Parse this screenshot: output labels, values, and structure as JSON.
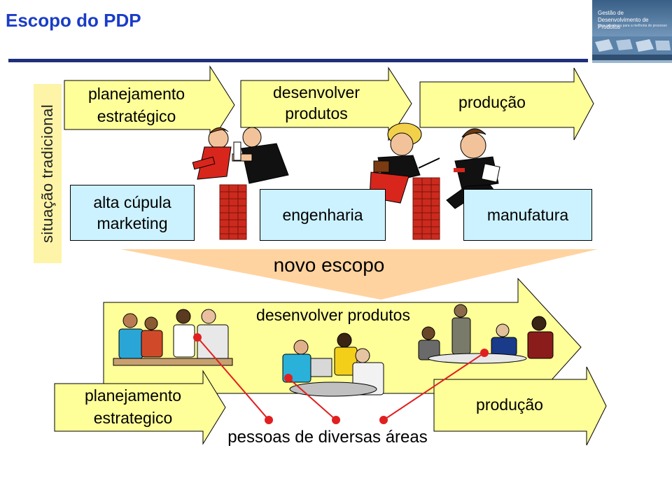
{
  "title": "Escopo do PDP",
  "logo": {
    "line1": "Gestão de",
    "line2": "Desenvolvimento de Produtos",
    "line3": "Uma referência para a melhoria do processo"
  },
  "traditional": {
    "side_label": "situação tradicional",
    "arrows": [
      {
        "line1": "planejamento",
        "line2": "estratégico"
      },
      {
        "line1": "desenvolver",
        "line2": "produtos"
      },
      {
        "line1": "produção",
        "line2": ""
      }
    ],
    "boxes": [
      {
        "line1": "alta cúpula",
        "line2": "marketing"
      },
      {
        "line1": "engenharia",
        "line2": ""
      },
      {
        "line1": "manufatura",
        "line2": ""
      }
    ]
  },
  "transition_label": "novo escopo",
  "new_scope": {
    "main_arrow": "desenvolver produtos",
    "left_arrow": {
      "line1": "planejamento",
      "line2": "estrategico"
    },
    "right_arrow": "produção",
    "people_label": "pessoas de diversas áreas"
  },
  "colors": {
    "arrow_fill": "#ffff99",
    "box_fill": "#ccf2ff",
    "funnel_fill": "#ffd3a0",
    "wall": "#cc2a1e",
    "connector": "#e02020",
    "title": "#1a3cc8"
  }
}
